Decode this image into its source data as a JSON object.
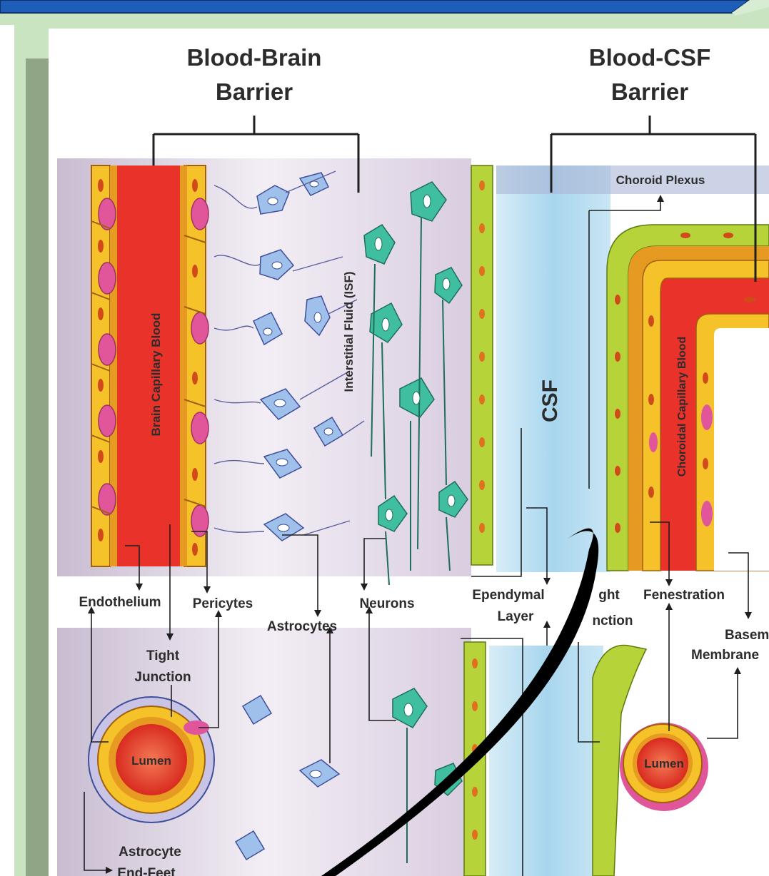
{
  "headers": {
    "bbb_line1": "Blood-Brain",
    "bbb_line2": "Barrier",
    "bcsf_line1": "Blood-CSF",
    "bcsf_line2": "Barrier"
  },
  "vertical_labels": {
    "brain_capillary_blood": "Brain Capillary Blood",
    "isf": "Interstitial Fluid (ISF)",
    "csf": "CSF",
    "choroidal_capillary_blood": "Choroidal Capillary Blood"
  },
  "region_labels": {
    "choroid_plexus": "Choroid Plexus"
  },
  "callouts": {
    "endothelium": "Endothelium",
    "pericytes": "Pericytes",
    "astrocytes": "Astrocytes",
    "neurons": "Neurons",
    "ependymal_line1": "Ependymal",
    "ependymal_line2": "Layer",
    "tight_junction_right_line1": "ght",
    "tight_junction_right_line2": "nction",
    "fenestration": "Fenestration",
    "basement_line1": "Basement",
    "basement_line2": "Membrane",
    "tight_junction_left_line1": "Tight",
    "tight_junction_left_line2": "Junction",
    "lumen_left": "Lumen",
    "lumen_right": "Lumen",
    "astrocyte_end_feet_line1": "Astrocyte",
    "astrocyte_end_feet_line2": "End-Feet"
  },
  "colors": {
    "frame_green": "#c9e4c1",
    "panel_shadow": "#8fa585",
    "title_bar_blue": "#1d5fb8",
    "blood_red": "#e9332a",
    "vessel_wall_yellow": "#f5c22a",
    "csf_blue": "#aed9ee",
    "isf_lavender": "#d9cde0",
    "astrocyte_blue": "#9fc0ea",
    "neuron_teal": "#3fbf9f",
    "ependymal_green": "#b6d33a"
  }
}
